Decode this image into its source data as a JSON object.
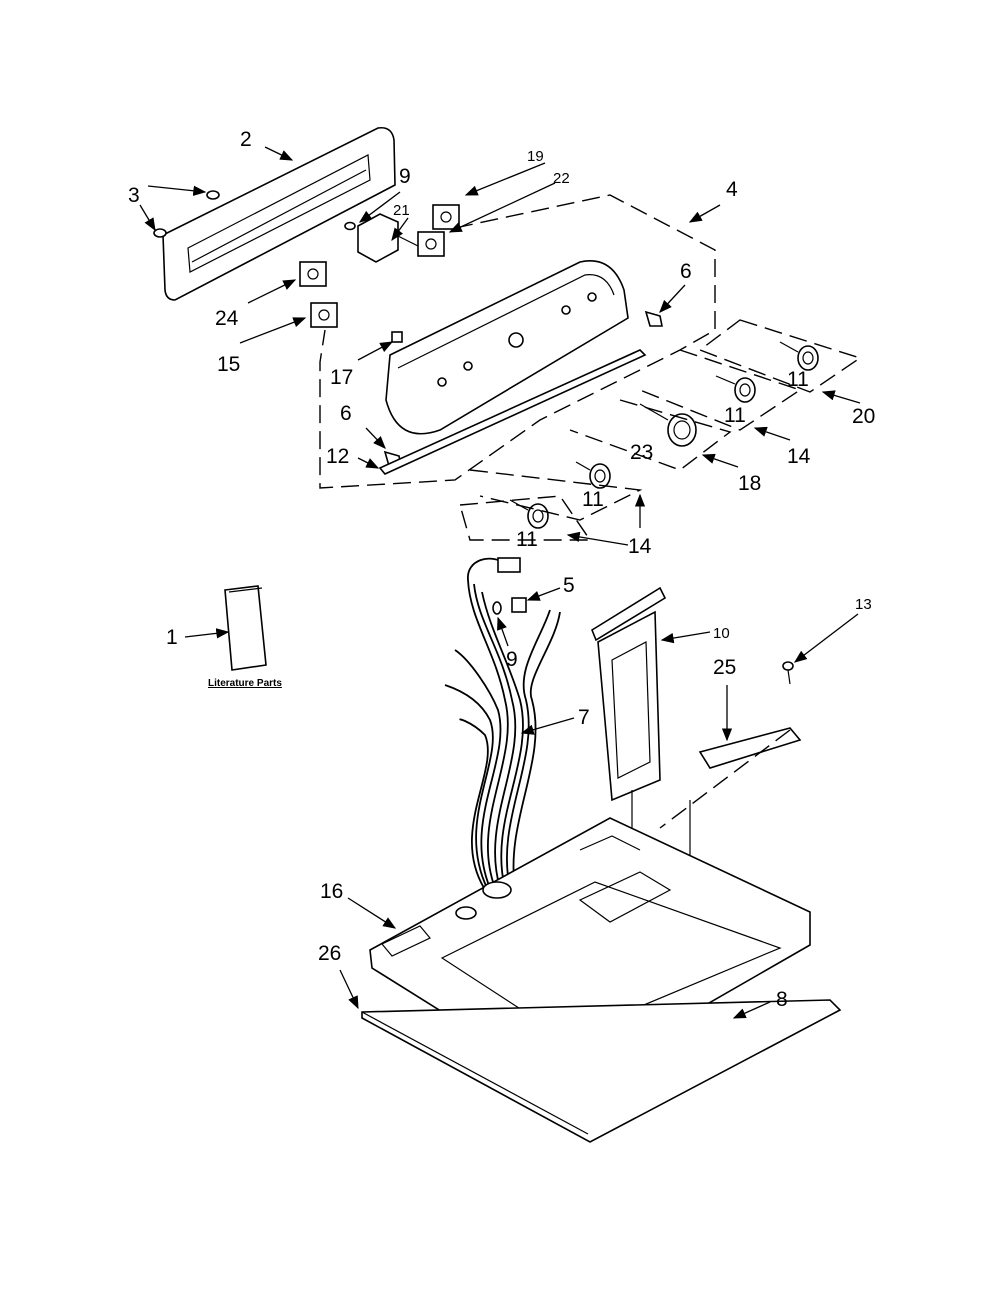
{
  "diagram": {
    "literature_label": "Literature Parts",
    "callouts": {
      "c1": "1",
      "c2": "2",
      "c3": "3",
      "c4": "4",
      "c5": "5",
      "c6a": "6",
      "c6b": "6",
      "c7": "7",
      "c8": "8",
      "c9a": "9",
      "c9b": "9",
      "c10": "10",
      "c11a": "11",
      "c11b": "11",
      "c11c": "11",
      "c11d": "11",
      "c12": "12",
      "c13": "13",
      "c14a": "14",
      "c14b": "14",
      "c15": "15",
      "c16": "16",
      "c17": "17",
      "c18": "18",
      "c19": "19",
      "c20": "20",
      "c21": "21",
      "c22": "22",
      "c23": "23",
      "c24": "24",
      "c25": "25",
      "c26": "26"
    }
  }
}
